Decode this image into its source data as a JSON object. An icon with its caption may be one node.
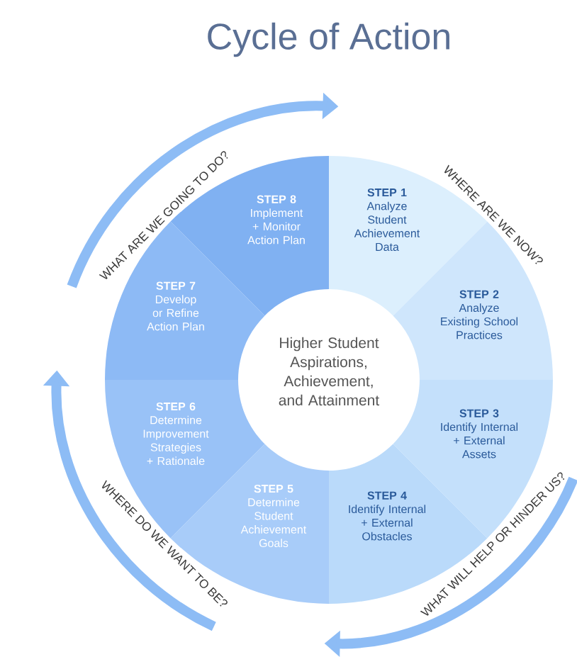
{
  "diagram": {
    "title": "Cycle of Action",
    "nodes": [
      {
        "text": [
          "STEP 1",
          "Analyze Student Achievement Data"
        ]
      },
      {
        "text": [
          "STEP 2",
          "Analyze Existing School Practices"
        ]
      },
      {
        "text": [
          "STEP 3",
          "Identify Internal + External Assets"
        ]
      },
      {
        "text": [
          "STEP 4",
          "Identify Internal + External Obstacles"
        ]
      },
      {
        "text": [
          "STEP 5",
          "Determine Student Achievement Goals"
        ]
      },
      {
        "text": [
          "STEP 6",
          "Determine Improvement Strategies + Rationale"
        ]
      },
      {
        "text": [
          "STEP 7",
          "Develop or Refine Action Plan"
        ]
      },
      {
        "text": [
          "STEP 8",
          "Implement + Monitor Action Plan"
        ]
      },
      {
        "text": [
          "Higher Student Aspirations, Achievement, and Attainment"
        ]
      }
    ],
    "edges": [],
    "labels": [
      "WHAT ARE WE GOING TO DO?",
      "WHERE ARE WE NOW?",
      "WHERE DO WE WANT TO BE?",
      "WHAT WILL HELP OR HINDER US?"
    ]
  }
}
